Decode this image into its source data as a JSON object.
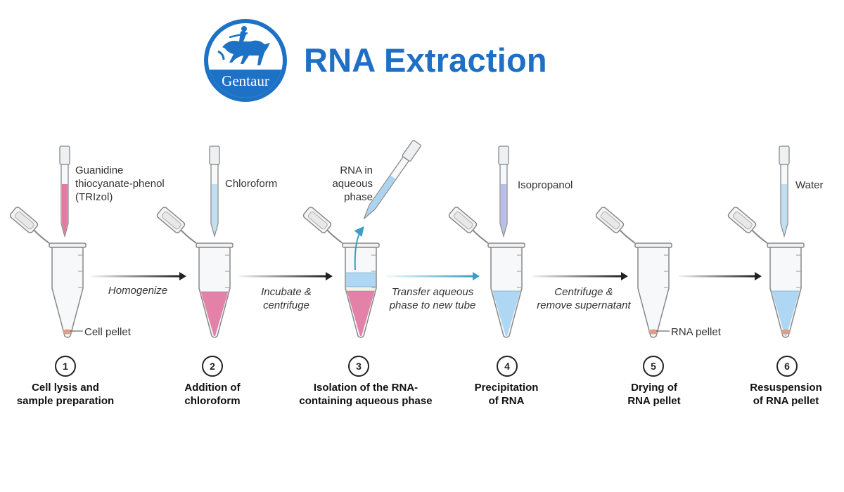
{
  "logo": {
    "text": "Gentaur"
  },
  "title": "RNA Extraction",
  "reagents": {
    "step1": [
      "Guanidine",
      "thiocyanate-phenol",
      "(TRIzol)"
    ],
    "step2": "Chloroform",
    "step3": [
      "RNA in",
      "aqueous",
      "phase"
    ],
    "step4": "Isopropanol",
    "step6": "Water"
  },
  "pellets": {
    "step1": "Cell pellet",
    "step5": "RNA pellet"
  },
  "transitions": {
    "t1": [
      "Homogenize"
    ],
    "t2": [
      "Incubate &",
      "centrifuge"
    ],
    "t3": [
      "Transfer aqueous",
      "phase to new tube"
    ],
    "t4": [
      "Centrifuge &",
      "remove supernatant"
    ]
  },
  "steps": [
    {
      "number": "1",
      "caption": [
        "Cell lysis and",
        "sample preparation"
      ]
    },
    {
      "number": "2",
      "caption": [
        "Addition of",
        "chloroform"
      ]
    },
    {
      "number": "3",
      "caption": [
        "Isolation of the RNA-",
        "containing aqueous phase"
      ]
    },
    {
      "number": "4",
      "caption": [
        "Precipitation",
        "of RNA"
      ]
    },
    {
      "number": "5",
      "caption": [
        "Drying of",
        "RNA pellet"
      ]
    },
    {
      "number": "6",
      "caption": [
        "Resuspension",
        "of RNA pellet"
      ]
    }
  ],
  "colors": {
    "brand": "#1e72c6",
    "trizol": "#e27aa3",
    "chloroform": "#bfe0f3",
    "aqueous": "#a9d5f2",
    "isopropanol": "#b9bfe8",
    "pellet": "#d9a08c",
    "arrow": "#222222",
    "transfer_arrow": "#3a9fc0"
  }
}
